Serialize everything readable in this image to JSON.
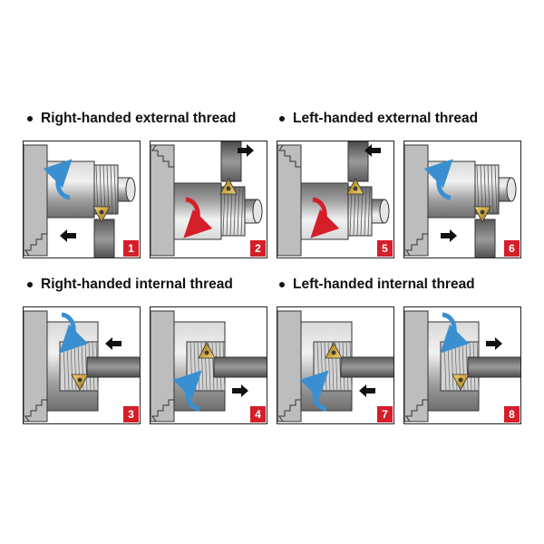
{
  "headings": {
    "rh_external": "Right-handed external thread",
    "lh_external": "Left-handed external thread",
    "rh_internal": "Right-handed internal thread",
    "lh_internal": "Left-handed internal thread"
  },
  "panels": [
    {
      "number": "1",
      "thread": "external",
      "hand": "right",
      "rotation_color": "#3a8fd0",
      "feed": "left"
    },
    {
      "number": "2",
      "thread": "external",
      "hand": "right",
      "rotation_color": "#d41f2b",
      "feed": "right"
    },
    {
      "number": "5",
      "thread": "external",
      "hand": "left",
      "rotation_color": "#d41f2b",
      "feed": "left"
    },
    {
      "number": "6",
      "thread": "external",
      "hand": "left",
      "rotation_color": "#3a8fd0",
      "feed": "right"
    },
    {
      "number": "3",
      "thread": "internal",
      "hand": "right",
      "rotation_color": "#3a8fd0",
      "feed": "left"
    },
    {
      "number": "4",
      "thread": "internal",
      "hand": "right",
      "rotation_color": "#3a8fd0",
      "feed": "right"
    },
    {
      "number": "7",
      "thread": "internal",
      "hand": "left",
      "rotation_color": "#3a8fd0",
      "feed": "left"
    },
    {
      "number": "8",
      "thread": "internal",
      "hand": "left",
      "rotation_color": "#3a8fd0",
      "feed": "right"
    }
  ],
  "colors": {
    "badge": "#d51e2a",
    "rotation_blue": "#3a8fd0",
    "rotation_red": "#d41f2b",
    "insert_gold": "#c9a23a",
    "steel": "#9a9a9a"
  },
  "icons": [
    "feed-arrow-icon",
    "rotation-arrow-icon",
    "thread-insert-icon",
    "lathe-chuck-icon"
  ]
}
